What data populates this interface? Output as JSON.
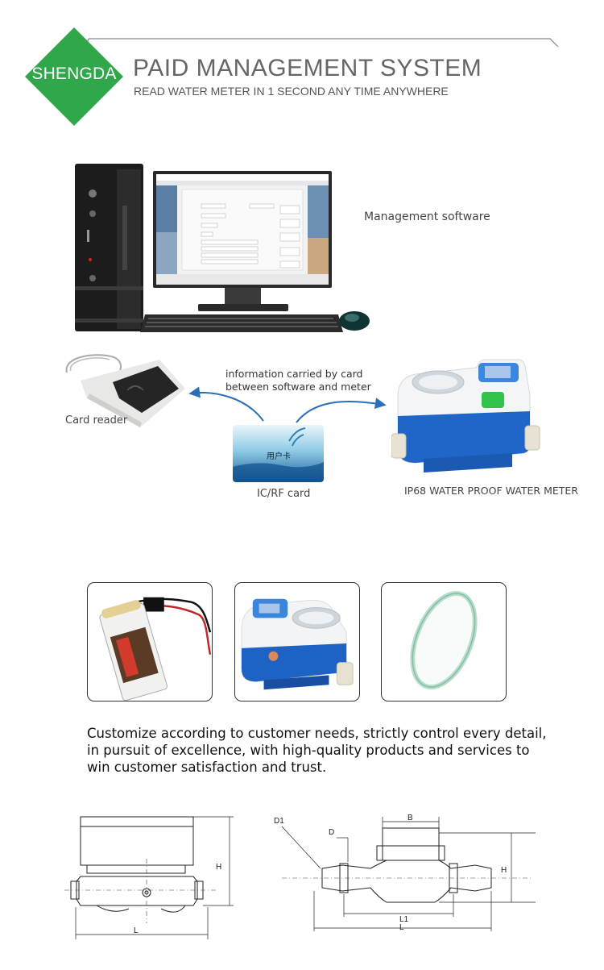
{
  "header": {
    "logo_text": "SHENGDA",
    "title": "PAID MANAGEMENT SYSTEM",
    "subtitle": "READ WATER METER IN 1 SECOND ANY TIME ANYWHERE"
  },
  "diagram": {
    "software_label": "Management software",
    "info_line1": "information carried by card",
    "info_line2": "between software and meter",
    "card_reader_label": "Card reader",
    "card_label": "IC/RF card",
    "card_text": "用户卡",
    "meter_label": "IP68 WATER PROOF WATER METER"
  },
  "tiles": [
    {
      "name": "battery"
    },
    {
      "name": "water-meter"
    },
    {
      "name": "glass-lens"
    }
  ],
  "description": {
    "line1": "Customize according to customer needs, strictly control every detail,",
    "line2": "in pursuit of excellence, with high-quality products and services to",
    "line3": "win customer satisfaction and trust."
  },
  "dimensions": {
    "left": {
      "h": "H",
      "l": "L"
    },
    "right": {
      "d1": "D1",
      "d": "D",
      "b": "B",
      "h": "H",
      "l1": "L1",
      "l": "L"
    }
  },
  "colors": {
    "logo_green": "#2fa74a",
    "meter_blue": "#1f66c8",
    "arrow_blue": "#2a6fb8"
  }
}
